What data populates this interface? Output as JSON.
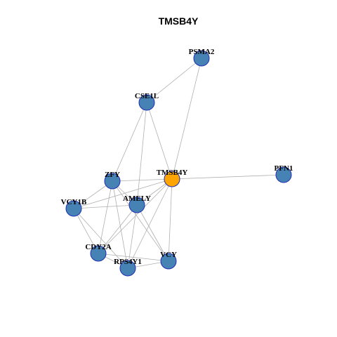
{
  "title": "TMSB4Y",
  "colors": {
    "node_default": "#4682b4",
    "node_highlight": "#ffa500",
    "node_border": "#1f2fb5",
    "edge": "#b0b0b0"
  },
  "nodes": [
    {
      "id": "PSMA2",
      "label": "PSMA2",
      "highlight": false
    },
    {
      "id": "CSE1L",
      "label": "CSE1L",
      "highlight": false
    },
    {
      "id": "TMSB4Y",
      "label": "TMSB4Y",
      "highlight": true
    },
    {
      "id": "PFN1",
      "label": "PFN1",
      "highlight": false
    },
    {
      "id": "ZFY",
      "label": "ZFY",
      "highlight": false
    },
    {
      "id": "AMELY",
      "label": "AMELY",
      "highlight": false
    },
    {
      "id": "VCY1B",
      "label": "VCY1B",
      "highlight": false
    },
    {
      "id": "CDY2A",
      "label": "CDY2A",
      "highlight": false
    },
    {
      "id": "RPS4Y1",
      "label": "RPS4Y1",
      "highlight": false
    },
    {
      "id": "VCY",
      "label": "VCY",
      "highlight": false
    }
  ],
  "edges": [
    [
      "PSMA2",
      "CSE1L"
    ],
    [
      "PSMA2",
      "TMSB4Y"
    ],
    [
      "CSE1L",
      "ZFY"
    ],
    [
      "CSE1L",
      "AMELY"
    ],
    [
      "CSE1L",
      "TMSB4Y"
    ],
    [
      "TMSB4Y",
      "PFN1"
    ],
    [
      "TMSB4Y",
      "ZFY"
    ],
    [
      "TMSB4Y",
      "VCY1B"
    ],
    [
      "TMSB4Y",
      "AMELY"
    ],
    [
      "TMSB4Y",
      "CDY2A"
    ],
    [
      "TMSB4Y",
      "RPS4Y1"
    ],
    [
      "TMSB4Y",
      "VCY"
    ],
    [
      "ZFY",
      "VCY1B"
    ],
    [
      "ZFY",
      "AMELY"
    ],
    [
      "ZFY",
      "CDY2A"
    ],
    [
      "ZFY",
      "RPS4Y1"
    ],
    [
      "ZFY",
      "VCY"
    ],
    [
      "VCY1B",
      "AMELY"
    ],
    [
      "VCY1B",
      "CDY2A"
    ],
    [
      "VCY1B",
      "RPS4Y1"
    ],
    [
      "AMELY",
      "CDY2A"
    ],
    [
      "AMELY",
      "RPS4Y1"
    ],
    [
      "AMELY",
      "VCY"
    ],
    [
      "CDY2A",
      "RPS4Y1"
    ],
    [
      "CDY2A",
      "VCY"
    ],
    [
      "RPS4Y1",
      "VCY"
    ]
  ]
}
